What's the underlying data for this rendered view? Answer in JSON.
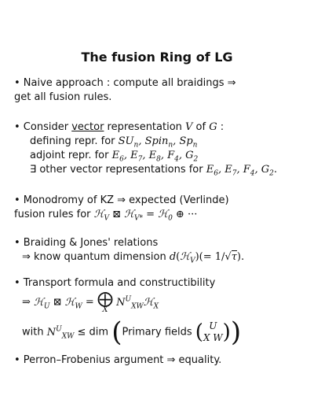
{
  "title": "The fusion Ring of LG",
  "b1": {
    "l1": "• Naive approach :  compute all braidings ⇒",
    "l2": "get all fusion rules."
  },
  "b2": {
    "l1a": "• Consider ",
    "vector": "vector",
    "l1b": " representation ",
    "V": "V",
    "of": " of ",
    "G": "G",
    "colon": " :",
    "l2": "defining repr. for ",
    "l2m": "SU",
    "l3": "adjoint repr. for ",
    "l4": "∃ other vector representations for "
  },
  "b3": {
    "l1": "• Monodromy of KZ ⇒ expected (Verlinde)",
    "l2": "fusion rules for "
  },
  "b4": {
    "l1": "• Braiding & Jones' relations",
    "l2": "⇒ know quantum dimension "
  },
  "b5": {
    "l1": "• Transport formula and constructibility",
    "l3a": "with ",
    "l3b": " ≤ dim ",
    "pf": "Primary fields"
  },
  "b6": {
    "l1": "• Perron–Frobenius argument ⇒ equality."
  }
}
